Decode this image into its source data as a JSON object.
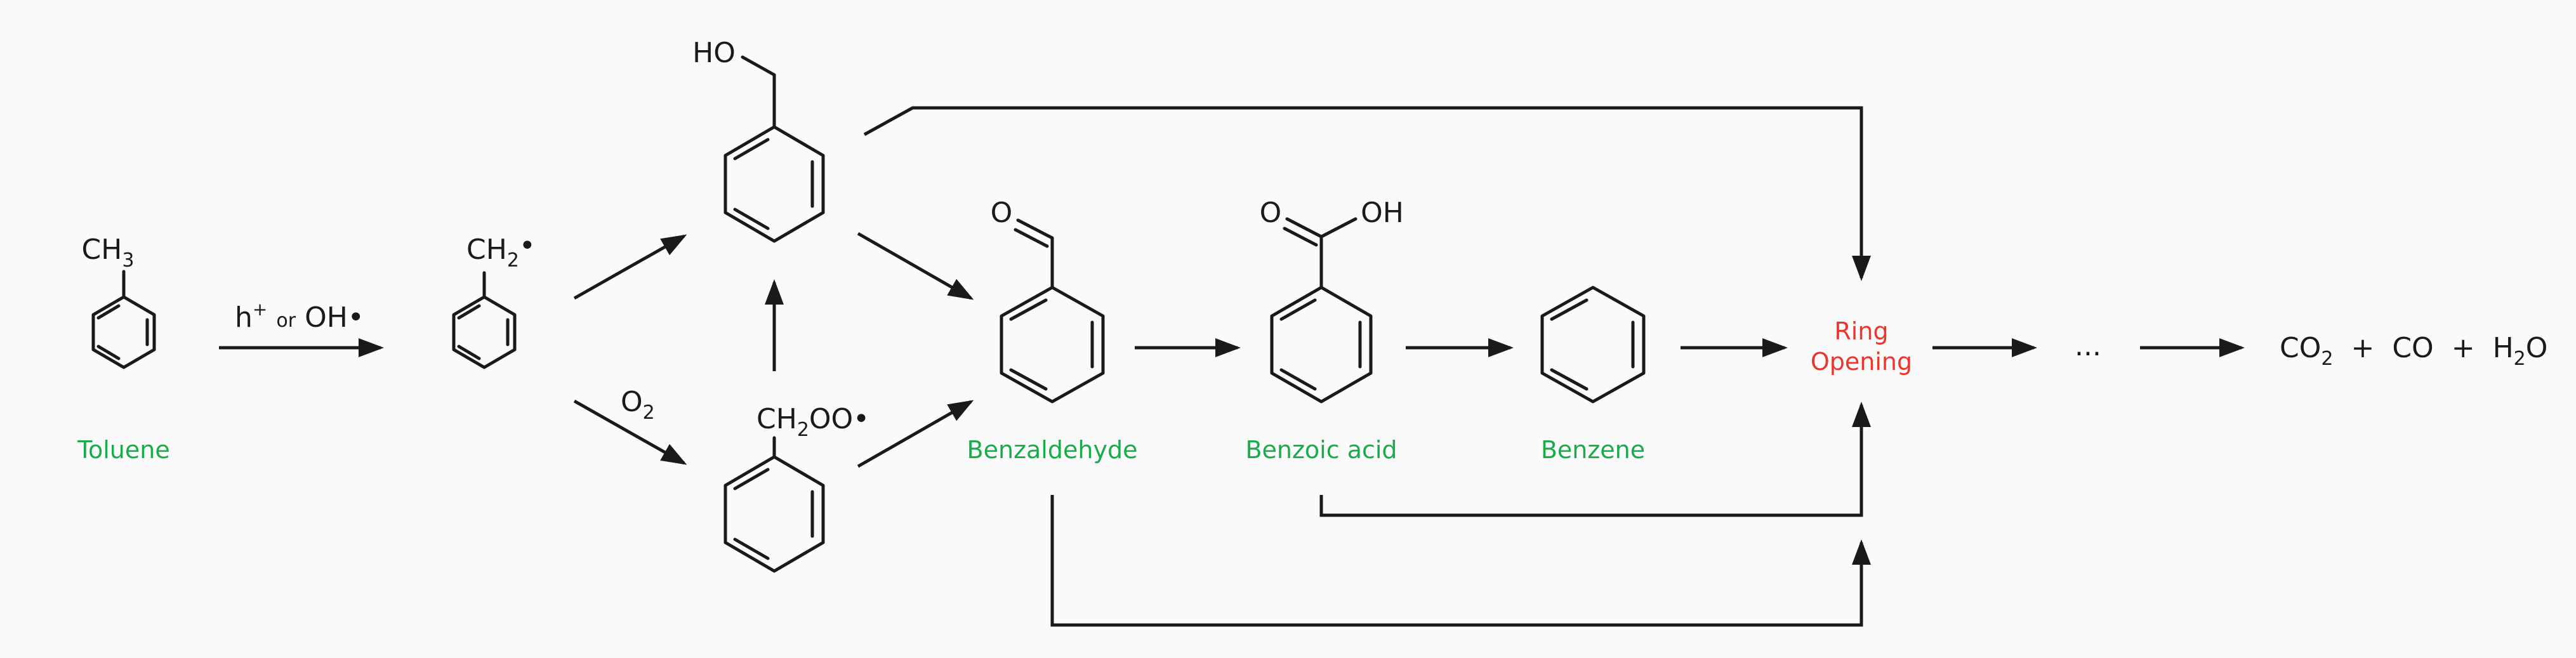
{
  "molecules": {
    "toluene": {
      "name": "Toluene",
      "group": "CH",
      "group_sub": "3"
    },
    "benzyl_radical": {
      "group": "CH",
      "group_sub": "2",
      "radical": "•"
    },
    "benzyl_alcohol": {
      "group": "HO"
    },
    "benzylperoxy": {
      "group": "CH",
      "group_sub": "2",
      "group_tail": "OO•"
    },
    "benzaldehyde": {
      "name": "Benzaldehyde",
      "group": "O"
    },
    "benzoic_acid": {
      "name": "Benzoic acid",
      "group_left": "O",
      "group_right": "OH"
    },
    "benzene": {
      "name": "Benzene"
    }
  },
  "conditions": {
    "initiation": {
      "h": "h",
      "plus": "+",
      "or": "or",
      "oh": "OH•"
    },
    "oxygen": {
      "base": "O",
      "sub": "2"
    }
  },
  "ring_opening": {
    "line1": "Ring",
    "line2": "Opening"
  },
  "ellipsis": "...",
  "products": {
    "co2": "CO",
    "co2_sub": "2",
    "plus1": "+",
    "co": "CO",
    "plus2": "+",
    "h2o_h": "H",
    "h2o_sub": "2",
    "h2o_o": "O"
  },
  "colors": {
    "name_label": "#1aab4b",
    "ring_opening": "#e8372e",
    "ink": "#1a1a1a"
  }
}
